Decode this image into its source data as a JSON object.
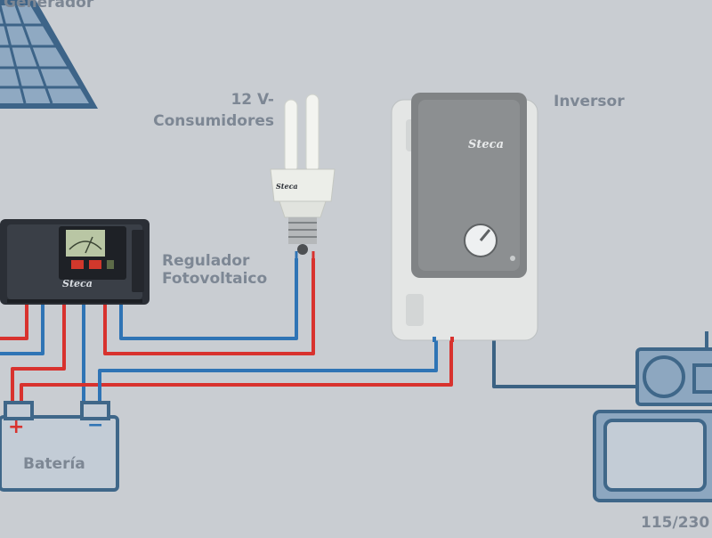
{
  "labels": {
    "generator": "Generador",
    "consumers_line1": "12 V-",
    "consumers_line2": "Consumidores",
    "inverter": "Inversor",
    "regulator_line1": "Regulador",
    "regulator_line2": "Fotovoltaico",
    "battery": "Batería",
    "ac_voltage": "115/230"
  },
  "battery_terminals": {
    "positive": "+",
    "negative": "−"
  },
  "brand": "Steca",
  "colors": {
    "background": "#c9cdd2",
    "positive_wire": "#d8322e",
    "negative_wire": "#2f74b5",
    "ac_wire": "#3b6283",
    "device_outline": "#3f6789",
    "device_fill": "#8da7c0",
    "label_text": "#7d8794"
  },
  "icons": [
    "solar-panel-icon",
    "cfl-bulb-icon",
    "charge-controller-icon",
    "inverter-icon",
    "battery-icon",
    "radio-icon",
    "tv-icon"
  ]
}
